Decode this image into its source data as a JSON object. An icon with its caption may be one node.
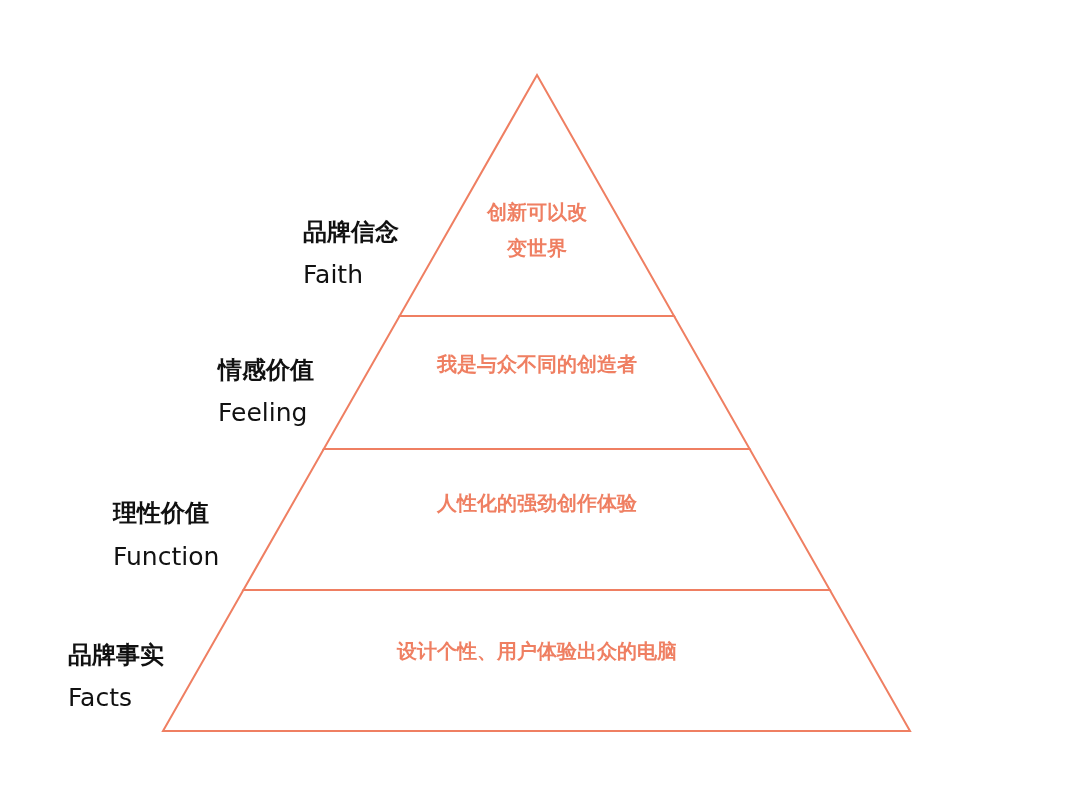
{
  "diagram": {
    "nodes": [
      {
        "text": [
          "品牌信念",
          "Faith",
          "创新可以改变世界"
        ]
      },
      {
        "text": [
          "情感价值",
          "Feeling",
          "我是与众不同的创造者"
        ]
      },
      {
        "text": [
          "理性价值",
          "Function",
          "人性化的强劲创作体验"
        ]
      },
      {
        "text": [
          "品牌事实",
          "Facts",
          "设计个性、用户体验出众的电脑"
        ]
      }
    ]
  }
}
